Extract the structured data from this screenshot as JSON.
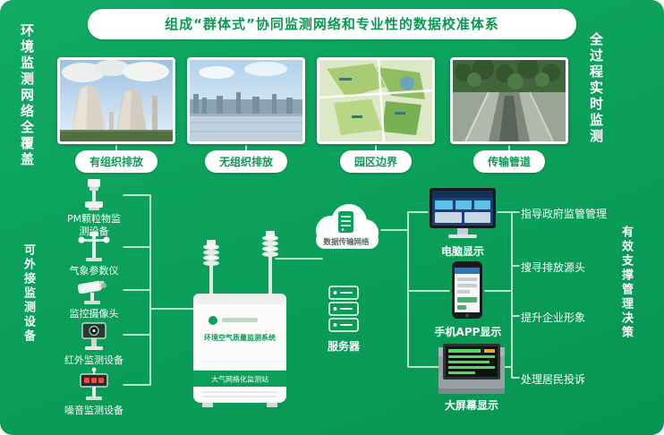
{
  "colors": {
    "bg_green": "#0aa05a",
    "accent_green": "#089a52"
  },
  "header": {
    "title": "组成“群体式”协同监测网络和专业性的数据校准体系"
  },
  "banners": {
    "left": "环境监测网络全覆盖",
    "right": "全过程实时监测",
    "devices_side": "可外接监测设备",
    "decision_side": "有效支撑管理决策"
  },
  "monitor_points": [
    {
      "label": "有组织排放"
    },
    {
      "label": "无组织排放"
    },
    {
      "label": "园区边界"
    },
    {
      "label": "传输管道"
    }
  ],
  "external_devices": [
    {
      "label": "PM颗粒物监测设备"
    },
    {
      "label": "气象参数仪"
    },
    {
      "label": "监控摄像头"
    },
    {
      "label": "红外监测设备"
    },
    {
      "label": "噪音监测设备"
    }
  ],
  "station": {
    "name_line": "环境空气质量监测系统",
    "band_line": "大气网格化监测站"
  },
  "cloud": {
    "label": "数据传输网络"
  },
  "server": {
    "label": "服务器"
  },
  "outputs": [
    {
      "label": "电脑显示"
    },
    {
      "label": "手机APP显示"
    },
    {
      "label": "大屏幕显示"
    }
  ],
  "benefits": [
    {
      "label": "指导政府监管管理"
    },
    {
      "label": "搜寻排放源头"
    },
    {
      "label": "提升企业形象"
    },
    {
      "label": "处理居民投诉"
    }
  ]
}
